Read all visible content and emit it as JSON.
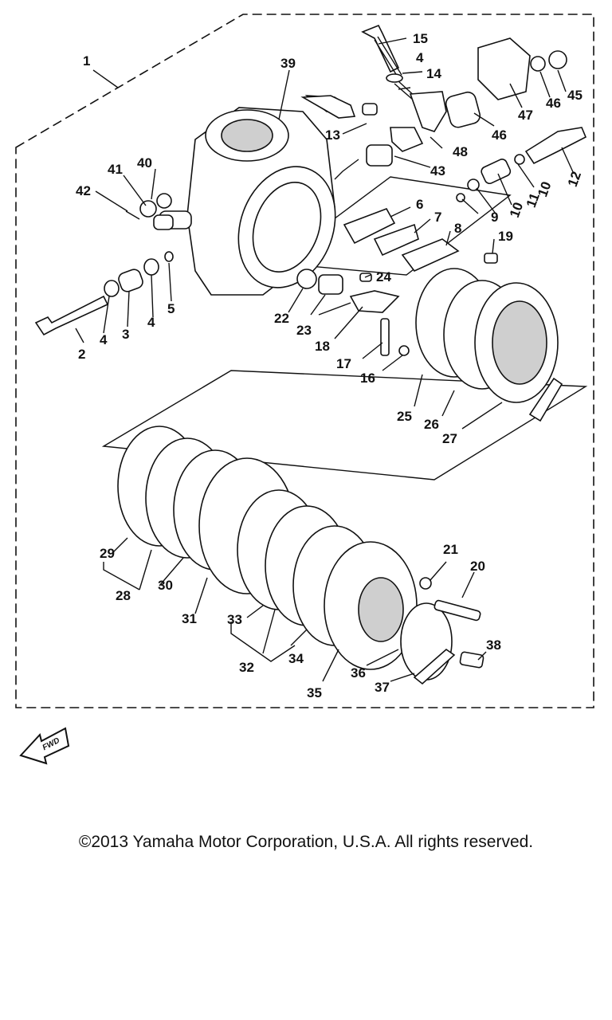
{
  "diagram": {
    "callouts": [
      "1",
      "2",
      "3",
      "4",
      "4",
      "4",
      "5",
      "6",
      "7",
      "8",
      "9",
      "10",
      "10",
      "11",
      "12",
      "13",
      "14",
      "15",
      "16",
      "17",
      "18",
      "19",
      "20",
      "21",
      "22",
      "23",
      "24",
      "25",
      "26",
      "27",
      "28",
      "29",
      "30",
      "31",
      "32",
      "33",
      "34",
      "35",
      "36",
      "37",
      "38",
      "39",
      "40",
      "41",
      "42",
      "43",
      "45",
      "46",
      "46",
      "47",
      "48"
    ]
  },
  "fwd_badge": {
    "label": "FWD",
    "icon": "forward-arrow-icon"
  },
  "copyright": "©2013 Yamaha Motor Corporation, U.S.A. All rights reserved."
}
